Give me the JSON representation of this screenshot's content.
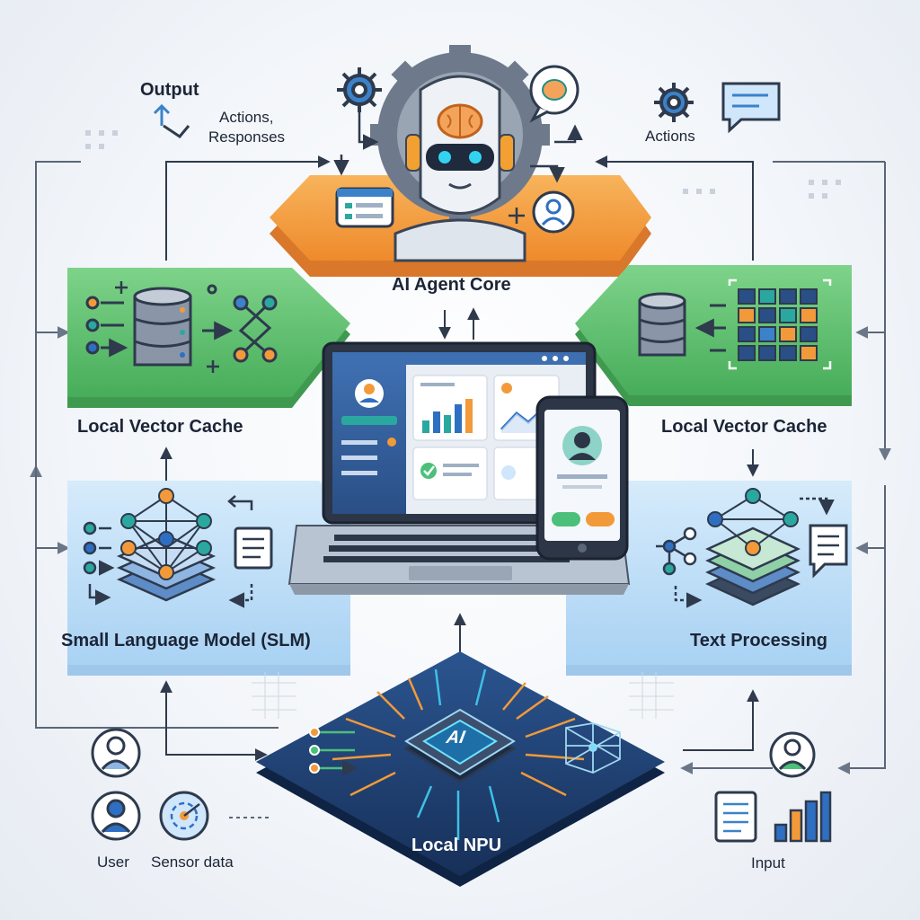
{
  "labels": {
    "output": "Output",
    "actions_responses_line1": "Actions,",
    "actions_responses_line2": "Responses",
    "actions": "Actions",
    "agent_core": "AI Agent Core",
    "vector_cache_left": "Local Vector Cache",
    "vector_cache_right": "Local Vector Cache",
    "slm": "Small Language Model (SLM)",
    "text_processing": "Text Processing",
    "npu": "Local NPU",
    "npu_chip": "AI",
    "user": "User",
    "sensor_data": "Sensor data",
    "input": "Input"
  },
  "colors": {
    "core_orange": "#f39a3c",
    "cache_green": "#5cbf6a",
    "slm_blue": "#bcdcf7",
    "npu_navy": "#1f3f6e",
    "accent_orange": "#f29a3a",
    "accent_teal": "#2aa8a0",
    "accent_blue": "#3b82c9",
    "line_gray": "#5b6678"
  },
  "icons": [
    "gear-icon",
    "brain-icon",
    "robot-icon",
    "chat-icon",
    "database-icon",
    "network-icon",
    "matrix-icon",
    "laptop-icon",
    "phone-icon",
    "chip-icon",
    "user-icon",
    "sensor-icon",
    "document-icon",
    "bar-chart-icon"
  ]
}
